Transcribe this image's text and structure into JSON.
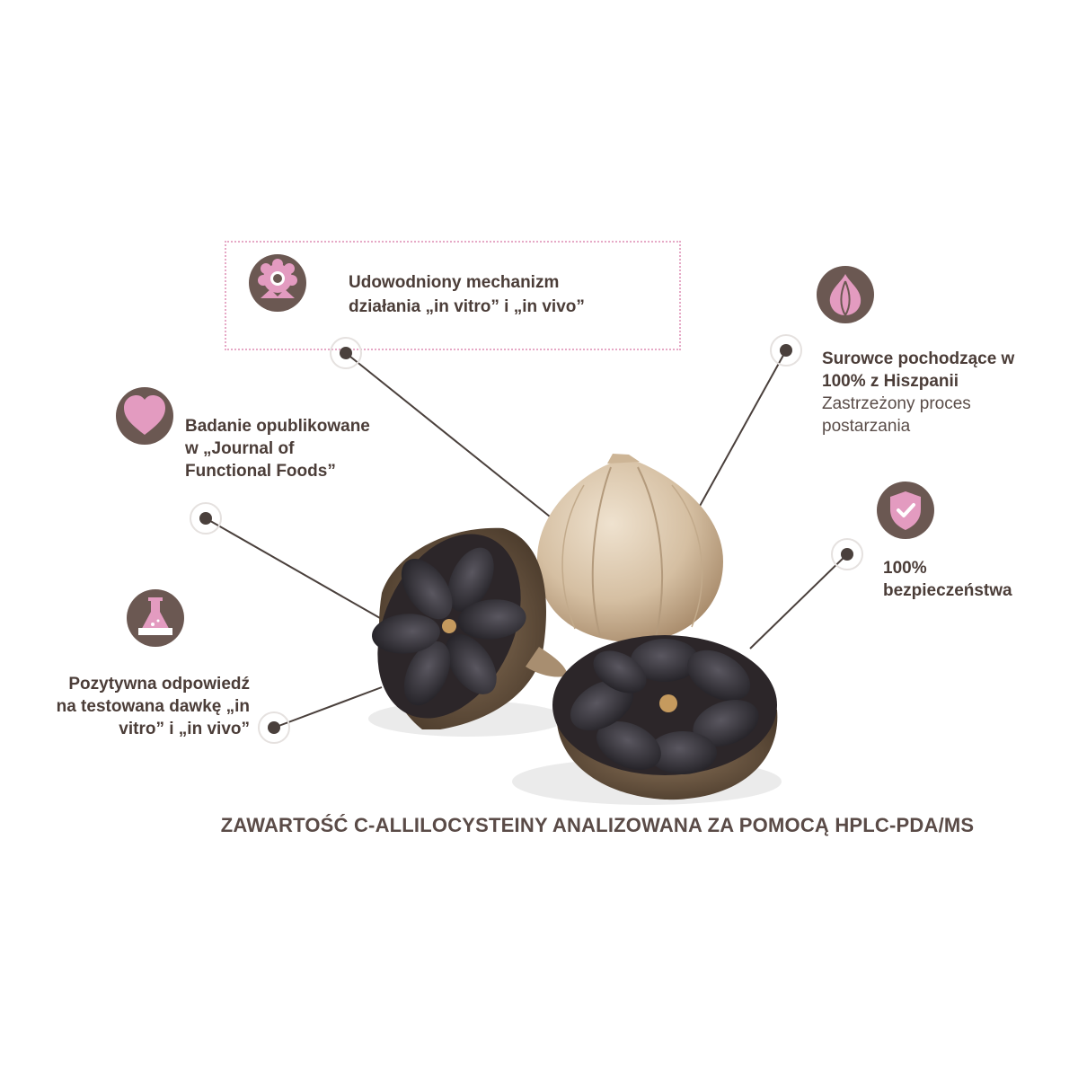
{
  "features": {
    "mechanism": {
      "line1": "Udowodniony mechanizm",
      "line2": "działania „in vitro” i „in vivo”",
      "icon": "flower-gear-icon"
    },
    "spain": {
      "line1": "Surowce pochodzące w",
      "line2": "100% z Hiszpanii",
      "line3": "Zastrzeżony proces",
      "line4": "postarzania",
      "icon": "garlic-icon"
    },
    "journal": {
      "line1": "Badanie opublikowane",
      "line2": "w „Journal of",
      "line3": "Functional Foods”",
      "icon": "heart-icon"
    },
    "safety": {
      "line1": "100%",
      "line2": "bezpieczeństwa",
      "icon": "shield-check-icon"
    },
    "response": {
      "line1": "Pozytywna odpowiedź",
      "line2": "na testowana dawkę „in",
      "line3": "vitro” i „in vivo”",
      "icon": "flask-icon"
    }
  },
  "footer": "ZAWARTOŚĆ C-ALLILOCYSTEINY ANALIZOWANA ZA POMOCĄ HPLC-PDA/MS",
  "colors": {
    "pink": "#e39bc0",
    "brown": "#6b5852",
    "text": "#4b3d38",
    "dash": "#e6a9c6"
  }
}
